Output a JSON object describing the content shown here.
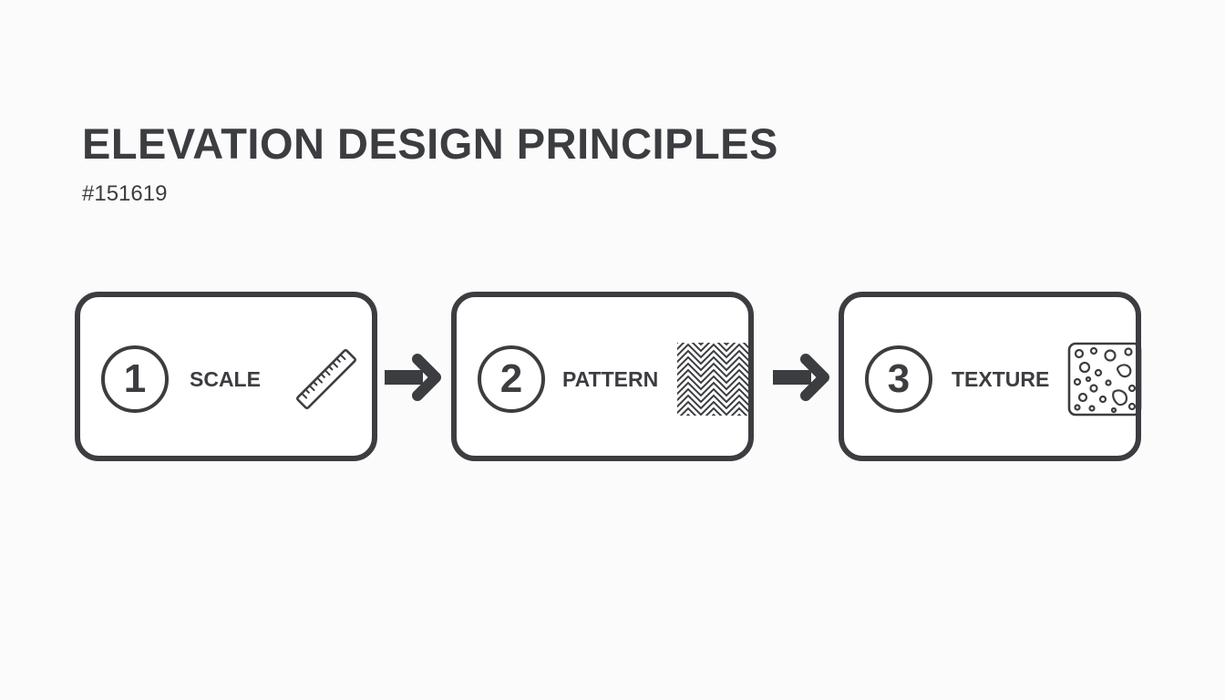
{
  "header": {
    "title": "ELEVATION DESIGN PRINCIPLES",
    "subtitle": "#151619"
  },
  "steps": [
    {
      "number": "1",
      "label": "SCALE",
      "icon": "ruler-icon"
    },
    {
      "number": "2",
      "label": "PATTERN",
      "icon": "herringbone-pattern-icon"
    },
    {
      "number": "3",
      "label": "TEXTURE",
      "icon": "speckled-texture-icon"
    }
  ],
  "colors": {
    "stroke": "#3b3d40",
    "background": "#fbfbfb",
    "box_fill": "#ffffff"
  }
}
